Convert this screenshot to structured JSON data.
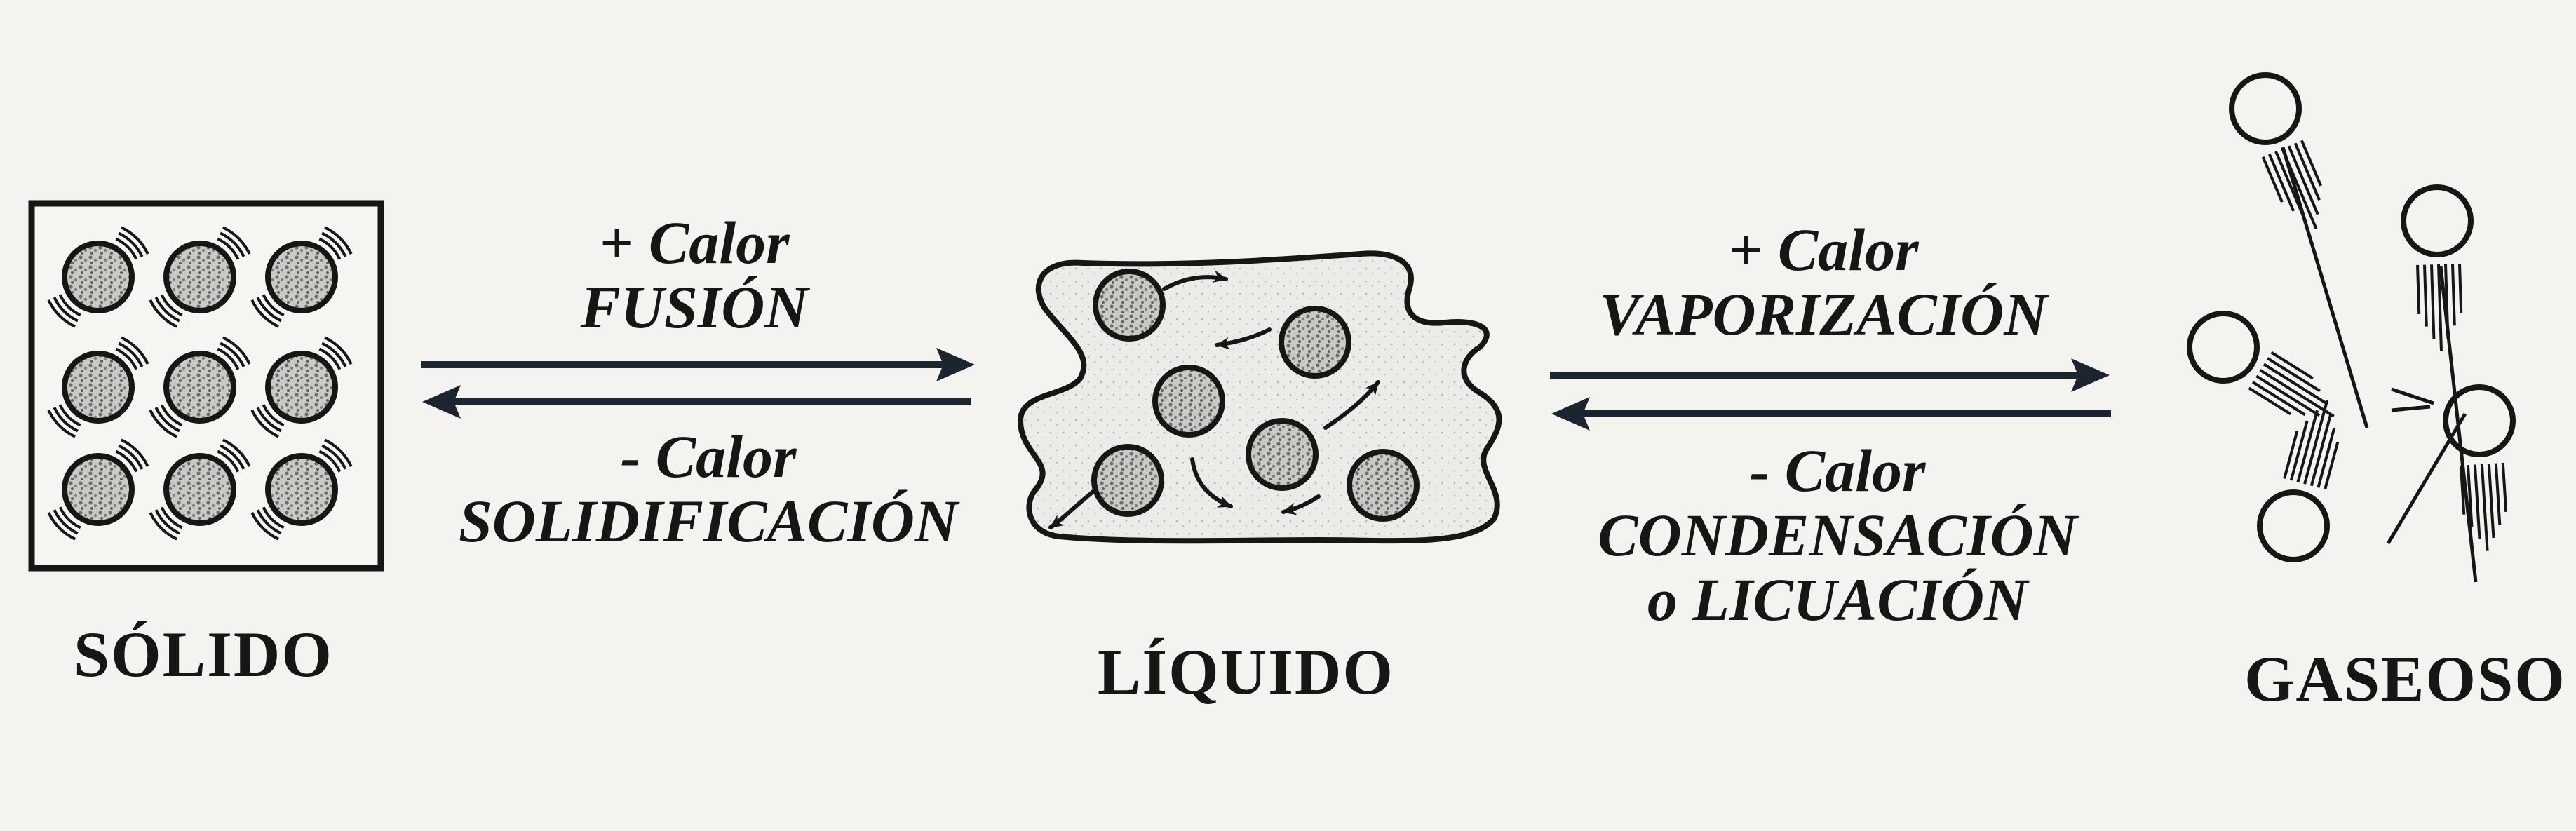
{
  "states": {
    "solid": "SÓLIDO",
    "liquid": "LÍQUIDO",
    "gas": "GASEOSO"
  },
  "transitions": {
    "solid_liquid": {
      "forward_heat": "+ Calor",
      "forward_name": "FUSIÓN",
      "reverse_heat": "- Calor",
      "reverse_name": "SOLIDIFICACIÓN"
    },
    "liquid_gas": {
      "forward_heat": "+ Calor",
      "forward_name": "VAPORIZACIÓN",
      "reverse_heat": "- Calor",
      "reverse_name_line1": "CONDENSACIÓN",
      "reverse_name_line2": "o LICUACIÓN"
    }
  }
}
